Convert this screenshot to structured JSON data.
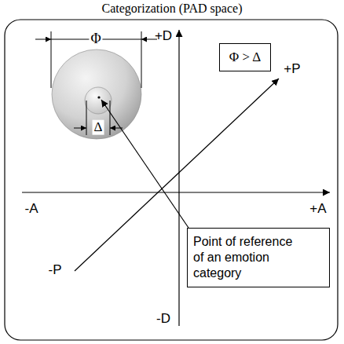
{
  "diagram": {
    "title": "Categorization (PAD space)",
    "nodes": [
      {
        "text": [
          "Φ > Δ"
        ]
      },
      {
        "text": [
          "Point of reference of an emotion category"
        ]
      }
    ],
    "labels": [
      "Φ",
      "+D",
      "+P",
      "Δ",
      "-A",
      "+A",
      "-P",
      "-D"
    ]
  }
}
